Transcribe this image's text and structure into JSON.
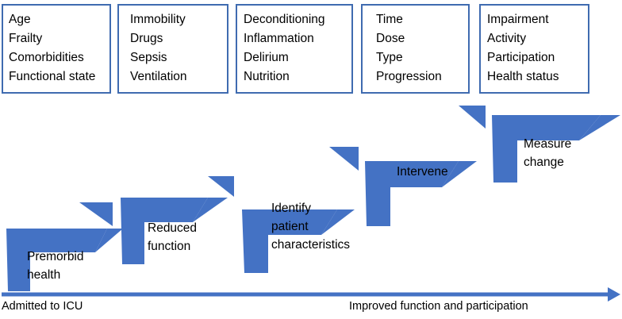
{
  "figure": {
    "type": "staircase-process-diagram",
    "accent_color": "#4472C4",
    "box_border_color": "#3F6BB0",
    "text_color": "#000000",
    "background": "#ffffff"
  },
  "factor_boxes": [
    {
      "name": "patient-characteristics",
      "items": [
        "Age",
        "Frailty",
        "Comorbidities",
        "Functional state"
      ]
    },
    {
      "name": "icu-exposures",
      "items": [
        "Immobility",
        "Drugs",
        "Sepsis",
        "Ventilation"
      ]
    },
    {
      "name": "icu-consequences",
      "items": [
        "Deconditioning",
        "Inflammation",
        "Delirium",
        "Nutrition"
      ]
    },
    {
      "name": "intervention-parameters",
      "items": [
        "Time",
        "Dose",
        "Type",
        "Progression"
      ]
    },
    {
      "name": "outcome-domains",
      "items": [
        "Impairment",
        "Activity",
        "Participation",
        "Health status"
      ]
    }
  ],
  "steps": [
    {
      "name": "step-1",
      "label": "Premorbid\nhealth"
    },
    {
      "name": "step-2",
      "label": "Reduced\nfunction"
    },
    {
      "name": "step-3",
      "label": "Identify\npatient\ncharacteristics"
    },
    {
      "name": "step-4",
      "label": "Intervene"
    },
    {
      "name": "step-5",
      "label": "Measure\nchange"
    }
  ],
  "axis": {
    "start_label": "Admitted to ICU",
    "end_label": "Improved function and participation"
  }
}
